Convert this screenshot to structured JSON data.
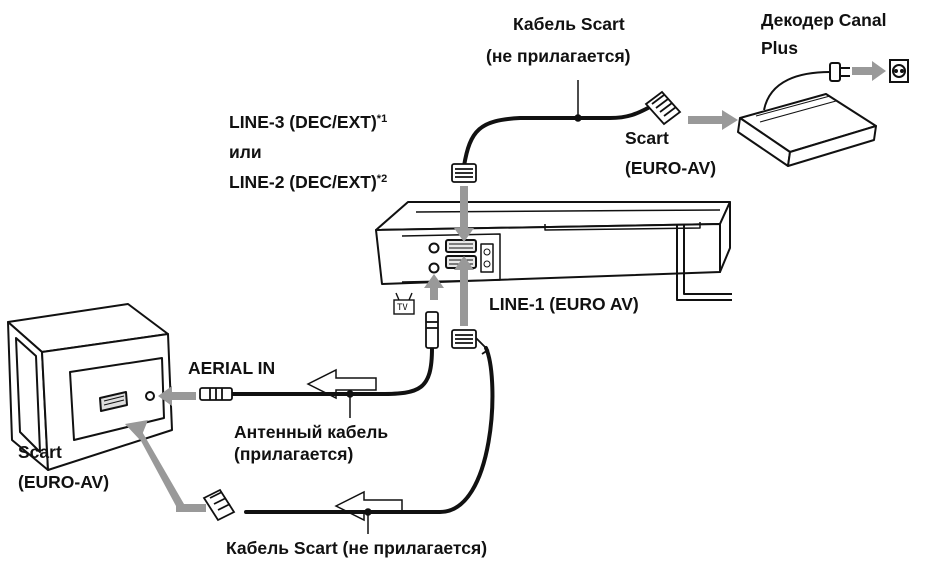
{
  "labels": {
    "scart_cable_top_line1": "Кабель Scart",
    "scart_cable_top_line2": "(не прилагается)",
    "decoder_line1": "Декодер Canal",
    "decoder_line2": "Plus",
    "line3": "LINE-3 (DEC/EXT)",
    "line3_note": "*1",
    "or_text": "или",
    "line2": "LINE-2 (DEC/EXT)",
    "line2_note": "*2",
    "scart_decoder_line1": "Scart",
    "scart_decoder_line2": "(EURO-AV)",
    "line1": "LINE-1 (EURO AV)",
    "aerial_in": "AERIAL IN",
    "antenna_cable_line1": "Антенный кабель",
    "antenna_cable_line2": "(прилагается)",
    "scart_tv_line1": "Scart",
    "scart_tv_line2": "(EURO-AV)",
    "scart_cable_bottom": "Кабель Scart (не прилагается)",
    "tv_symbol": "TV"
  },
  "colors": {
    "line": "#111111",
    "arrow": "#999999",
    "background": "#ffffff"
  },
  "icons": [
    "tv-icon",
    "vcr-icon",
    "decoder-icon",
    "scart-plug-icon",
    "aerial-plug-icon",
    "power-plug-icon",
    "wall-socket-icon",
    "signal-flow-arrow-icon"
  ]
}
